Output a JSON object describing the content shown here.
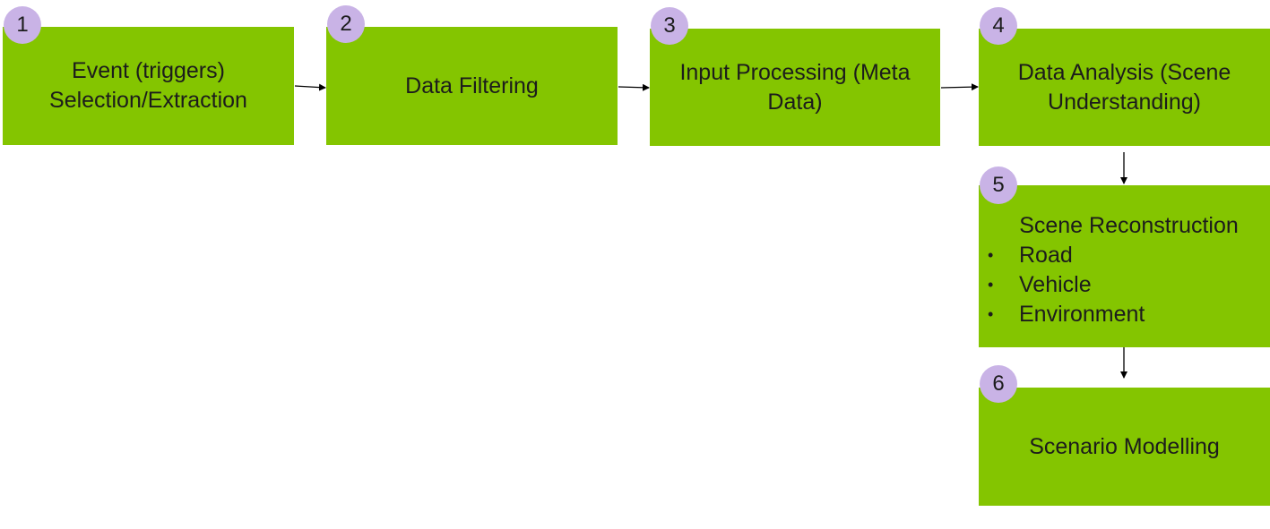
{
  "steps": [
    {
      "number": "1",
      "title": "Event (triggers)\nSelection/Extraction"
    },
    {
      "number": "2",
      "title": "Data Filtering"
    },
    {
      "number": "3",
      "title": "Input Processing (Meta\nData)"
    },
    {
      "number": "4",
      "title": "Data Analysis (Scene\nUnderstanding)"
    },
    {
      "number": "5",
      "title": "Scene Reconstruction",
      "items": [
        "Road",
        "Vehicle",
        "Environment"
      ]
    },
    {
      "number": "6",
      "title": "Scenario Modelling"
    }
  ],
  "colors": {
    "box_fill": "#84c500",
    "badge_fill": "#c9b3e6",
    "arrow": "#000000",
    "text": "#1c1c1c"
  }
}
